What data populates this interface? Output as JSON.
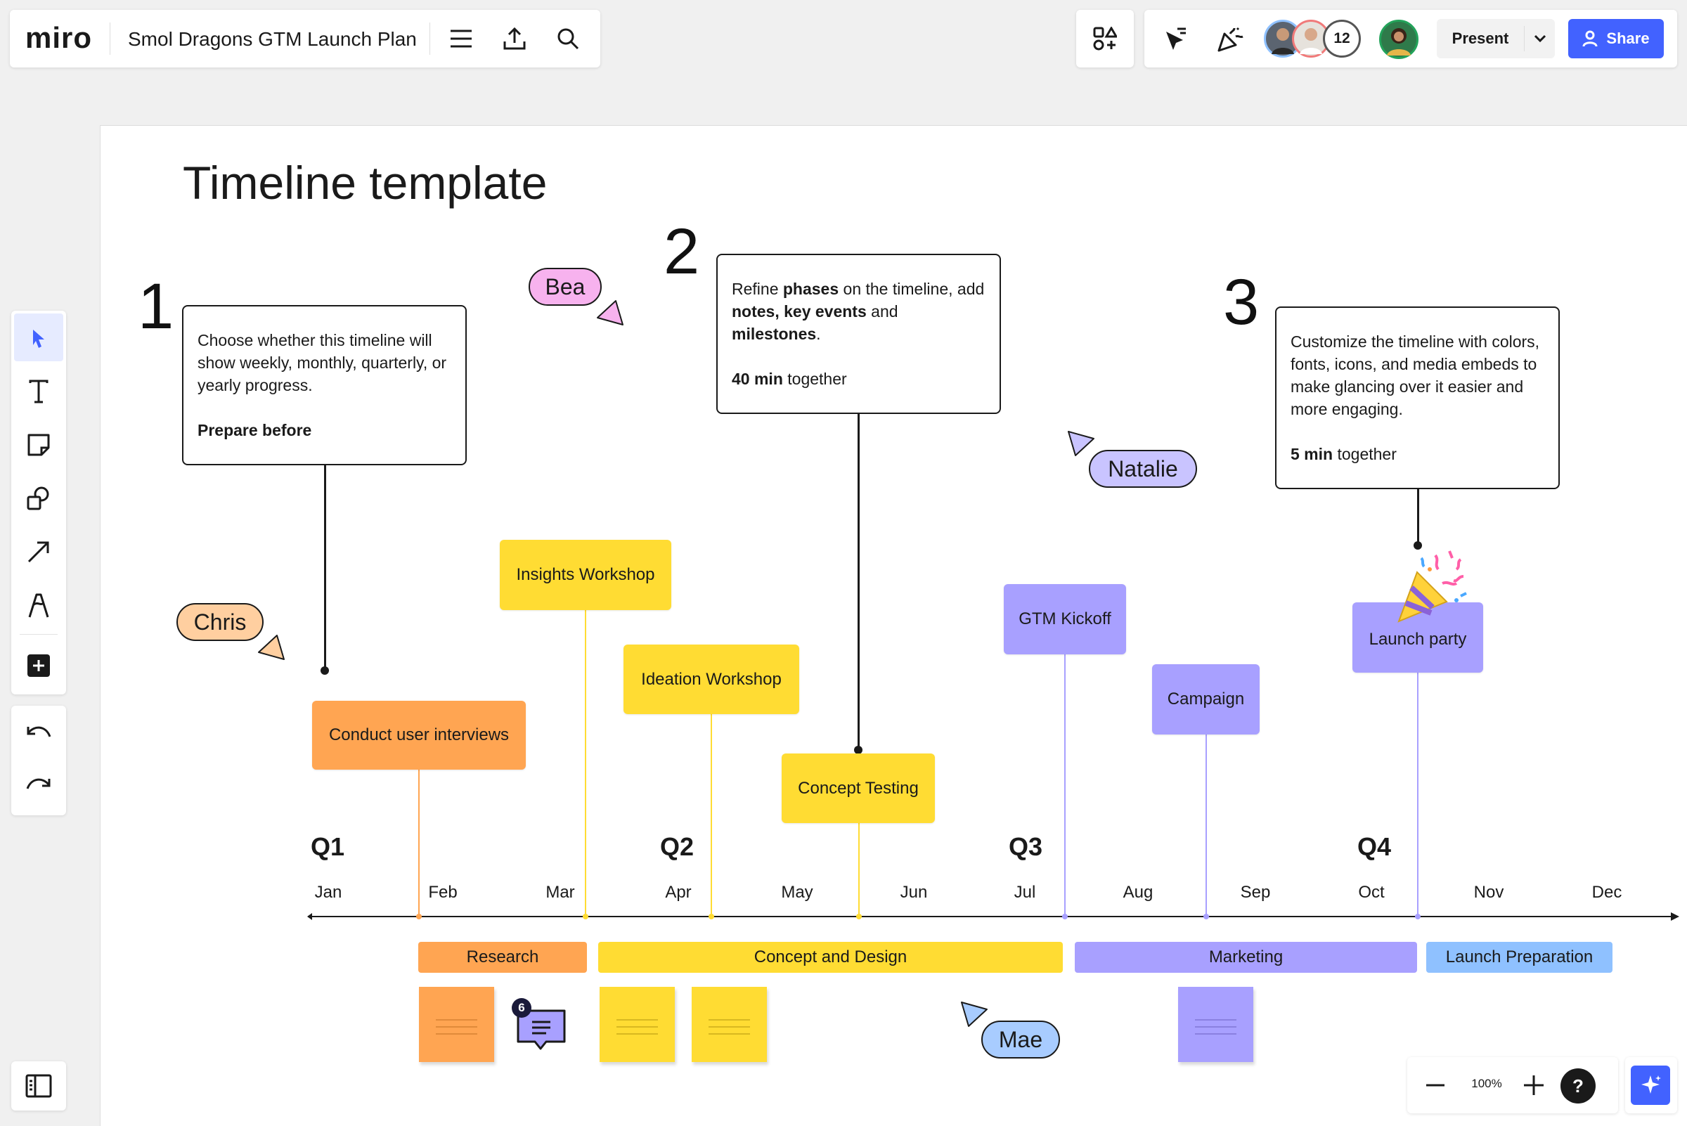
{
  "app": {
    "logo": "miro",
    "board_title": "Smol Dragons GTM Launch Plan"
  },
  "topbar": {
    "icons": [
      "menu-icon",
      "upload-icon",
      "search-icon",
      "apps-icon",
      "cursor-follow-icon",
      "celebrate-icon"
    ],
    "collaborator_count": "12",
    "present_label": "Present",
    "share_label": "Share",
    "share_color": "#4262ff"
  },
  "board": {
    "title": "Timeline template",
    "steps": [
      {
        "number": "1",
        "lines": [
          "Choose whether this timeline will show weekly, monthly, quarterly, or yearly progress."
        ],
        "footer_bold": "Prepare before",
        "footer_rest": ""
      },
      {
        "number": "2",
        "footer_bold": "40 min",
        "footer_rest": " together"
      },
      {
        "number": "3",
        "lines": [
          "Customize the timeline with colors, fonts, icons, and media embeds to make glancing over it easier and more engaging."
        ],
        "footer_bold": "5 min",
        "footer_rest": " together"
      }
    ],
    "step2_text": {
      "a": "Refine ",
      "b": "phases",
      "c": " on the timeline, add ",
      "d": "notes, key events",
      "e": " and ",
      "f": "milestones",
      "g": "."
    },
    "events": {
      "conduct_user_interviews": "Conduct user interviews",
      "insights_workshop": "Insights Workshop",
      "ideation_workshop": "Ideation Workshop",
      "concept_testing": "Concept Testing",
      "gtm_kickoff": "GTM Kickoff",
      "campaign": "Campaign",
      "launch_party": "Launch party"
    },
    "quarters": [
      "Q1",
      "Q2",
      "Q3",
      "Q4"
    ],
    "months": [
      "Jan",
      "Feb",
      "Mar",
      "Apr",
      "May",
      "Jun",
      "Jul",
      "Aug",
      "Sep",
      "Oct",
      "Nov",
      "Dec"
    ],
    "phases": {
      "research": "Research",
      "concept_and_design": "Concept and Design",
      "marketing": "Marketing",
      "launch_preparation": "Launch Preparation"
    },
    "comment_count": "6",
    "cursors": {
      "bea": "Bea",
      "chris": "Chris",
      "natalie": "Natalie",
      "mae": "Mae"
    }
  },
  "colors": {
    "orange": "#ffa552",
    "yellow": "#ffdc33",
    "purple": "#a8a0ff",
    "blue": "#8fc1ff"
  },
  "zoom": {
    "level": "100%"
  }
}
